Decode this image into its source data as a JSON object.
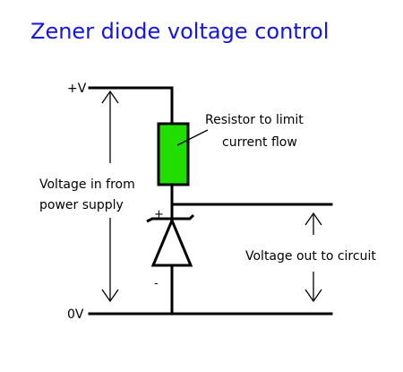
{
  "title": "Zener diode voltage control",
  "labels": {
    "plus_v": "+V",
    "zero_v": "0V",
    "voltage_in": [
      "Voltage in from",
      "power supply"
    ],
    "resistor": [
      "Resistor to limit",
      "current flow"
    ],
    "voltage_out": "Voltage out to circuit",
    "plus_sign": "+",
    "minus_sign": "-"
  },
  "colors": {
    "title": "#1515e6",
    "resistor_fill": "#22dd00",
    "wire": "#000000"
  }
}
